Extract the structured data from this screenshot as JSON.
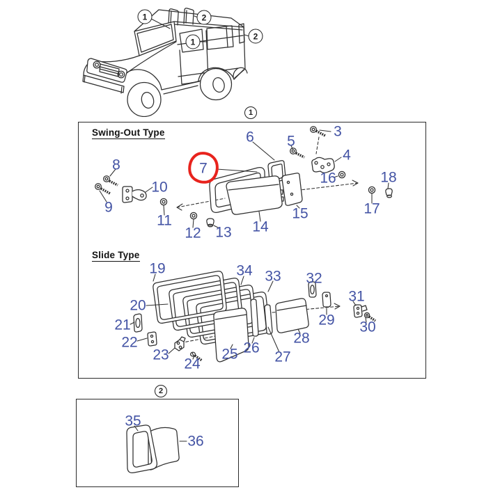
{
  "colors": {
    "callout_text": "#4353a4",
    "highlight": "#e8231d",
    "line": "#2e2e2e"
  },
  "vehicle_overview": {
    "callouts": [
      "1",
      "2",
      "1",
      "2"
    ]
  },
  "section_markers": {
    "top": "1",
    "bottom": "2"
  },
  "swing_out_box": {
    "title": "Swing-Out Type",
    "highlighted_callout": "7",
    "callouts": [
      "3",
      "4",
      "5",
      "6",
      "7",
      "8",
      "9",
      "10",
      "11",
      "12",
      "13",
      "14",
      "15",
      "16",
      "17",
      "18"
    ]
  },
  "slide_box": {
    "title": "Slide Type",
    "callouts": [
      "19",
      "20",
      "21",
      "22",
      "23",
      "24",
      "25",
      "26",
      "27",
      "28",
      "29",
      "30",
      "31",
      "32",
      "33",
      "34"
    ]
  },
  "bottom_box": {
    "callouts": [
      "35",
      "36"
    ]
  }
}
